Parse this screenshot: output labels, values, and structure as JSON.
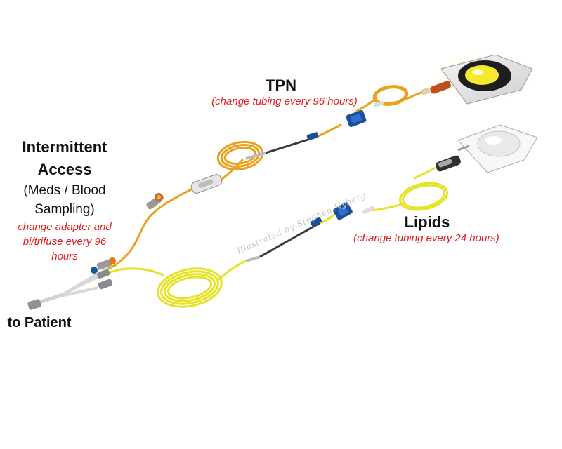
{
  "labels": {
    "tpn_title": "TPN",
    "tpn_note": "(change tubing every 96 hours)",
    "access_title_1": "Intermittent",
    "access_title_2": "Access",
    "access_sub_1": "(Meds / Blood",
    "access_sub_2": "Sampling)",
    "access_note_1": "change adapter and",
    "access_note_2": "bi/trifuse every 96",
    "access_note_3": "hours",
    "patient": "to Patient",
    "lipids_title": "Lipids",
    "lipids_note": "(change tubing every 24 hours)",
    "credit": "Illustrated by Stephen Nyberg"
  },
  "colors": {
    "tpn_tubing": "#e8a21c",
    "lipids_tubing": "#e6e226",
    "note_red": "#e01b1b",
    "clamp_blue": "#1a4fa0"
  }
}
